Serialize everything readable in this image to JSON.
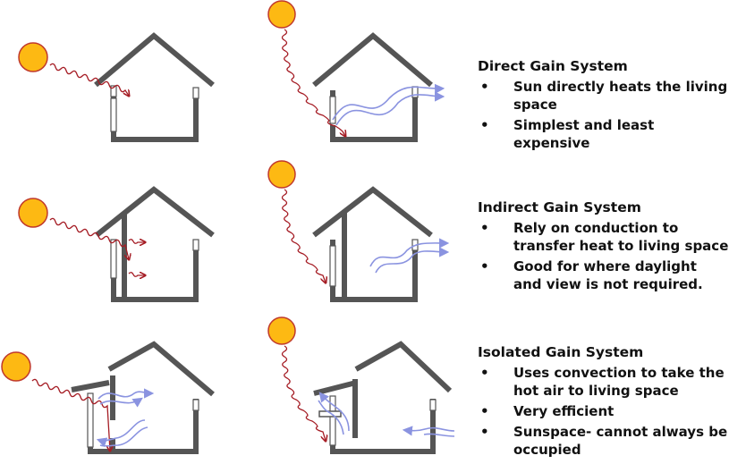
{
  "systems": [
    {
      "title": "Direct Gain System",
      "bullets": [
        "Sun directly heats the living space",
        "Simplest and least expensive"
      ]
    },
    {
      "title": "Indirect Gain System",
      "bullets": [
        "Rely on conduction to transfer heat to living space",
        "Good for where daylight and view is not required."
      ]
    },
    {
      "title": "Isolated Gain System",
      "bullets": [
        "Uses convection to take the hot air to living space",
        "Very efficient",
        "Sunspace- cannot always be occupied"
      ]
    }
  ],
  "colors": {
    "sun_fill": "#fdb913",
    "sun_stroke": "#c0392b",
    "ray": "#a51c24",
    "air_flow": "#8a93e0",
    "wall": "#555555"
  },
  "icons": [
    "sun-icon",
    "house-icon",
    "heat-ray-icon",
    "air-flow-arrow-icon"
  ]
}
